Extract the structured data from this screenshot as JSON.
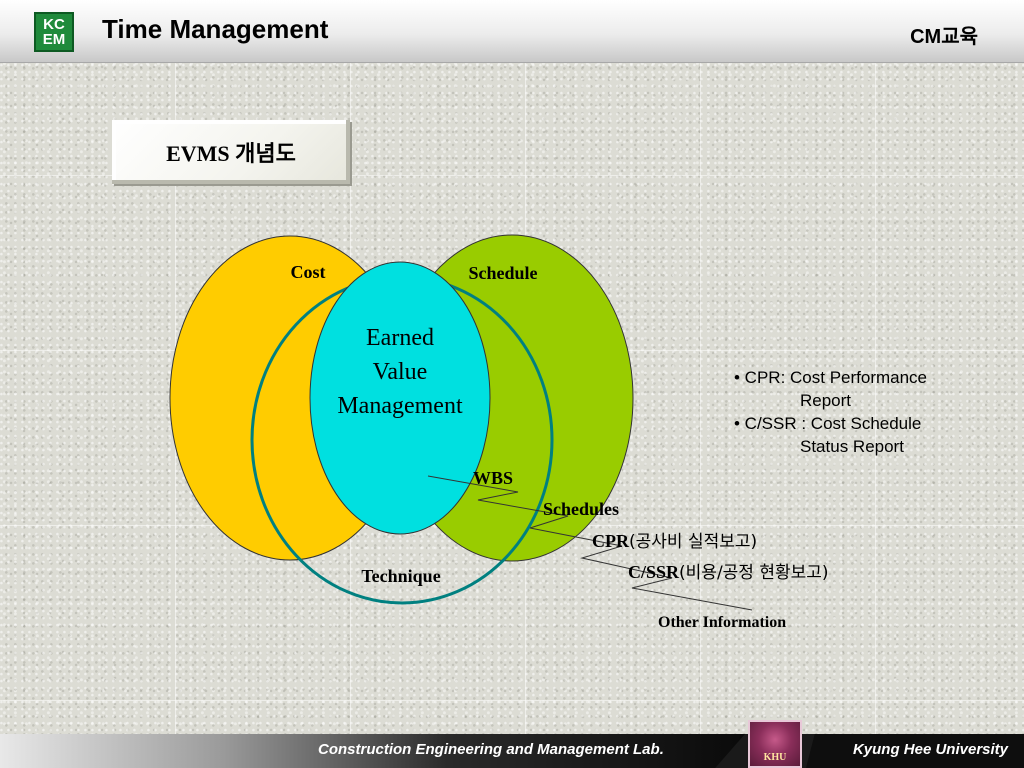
{
  "header": {
    "logo_line1": "KC",
    "logo_line2": "EM",
    "title": "Time Management",
    "course_label": "CM교육"
  },
  "section": {
    "title": "EVMS 개념도"
  },
  "diagram": {
    "cost_label": "Cost",
    "schedule_label": "Schedule",
    "technique_label": "Technique",
    "center_line1": "Earned",
    "center_line2": "Value",
    "center_line3": "Management",
    "wbs_label": "WBS",
    "schedules_label": "Schedules",
    "cpr_prefix": "CPR",
    "cpr_korean": "(공사비 실적보고)",
    "cssr_prefix": "C/SSR",
    "cssr_korean": "(비용/공정 현황보고)",
    "other_info": "Other Information",
    "colors": {
      "cost_circle": "#ffcc00",
      "schedule_circle": "#99cc00",
      "technique_circle": "#008080",
      "center_ellipse": "#00e0e0"
    }
  },
  "bullets": [
    {
      "line1": "• CPR: Cost Performance",
      "line2": "Report"
    },
    {
      "line1": "• C/SSR : Cost Schedule",
      "line2": "Status Report"
    }
  ],
  "footer": {
    "lab": "Construction Engineering and Management Lab.",
    "emblem_text": "KHU",
    "university": "Kyung Hee University"
  }
}
